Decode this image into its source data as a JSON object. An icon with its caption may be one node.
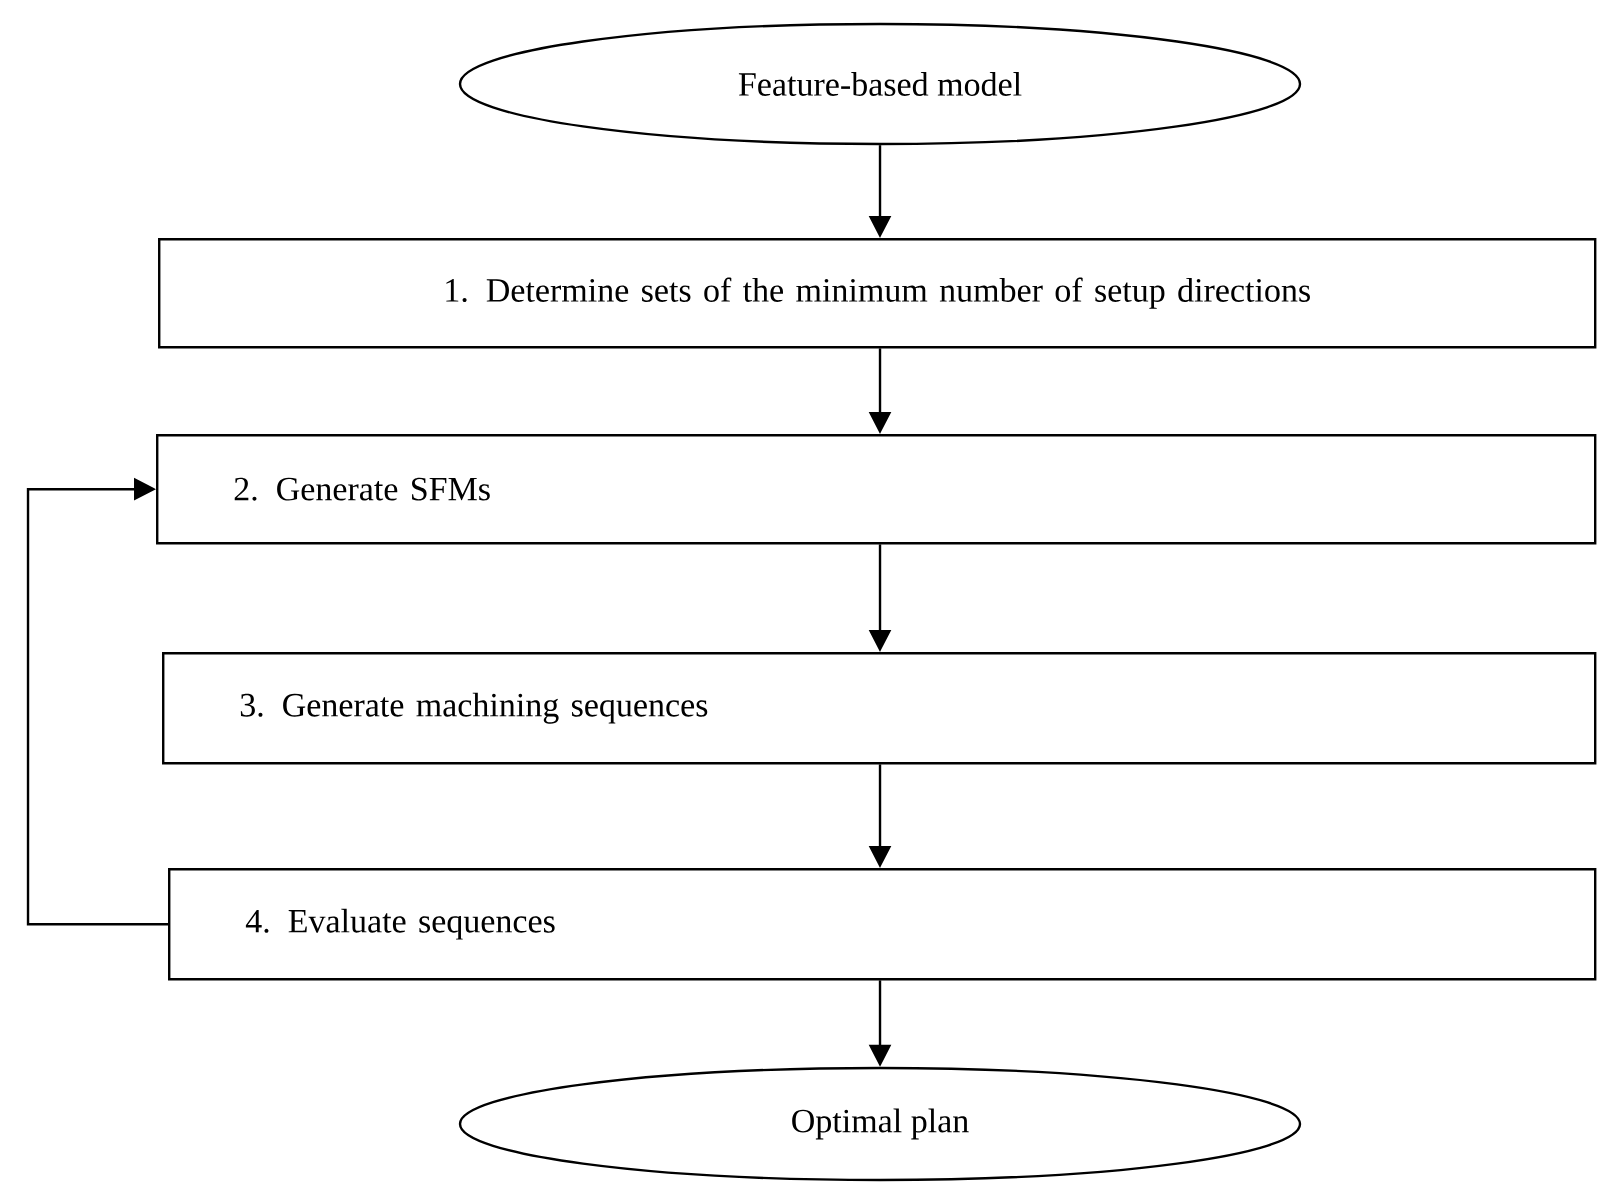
{
  "diagram": {
    "nodes": [
      {
        "text": [
          "Feature-based model"
        ]
      },
      {
        "text": [
          "1. Determine sets of the minimum number of setup directions"
        ]
      },
      {
        "text": [
          "2. Generate SFMs"
        ]
      },
      {
        "text": [
          "3. Generate machining sequences"
        ]
      },
      {
        "text": [
          "4. Evaluate sequences"
        ]
      },
      {
        "text": [
          "Optimal plan"
        ]
      }
    ],
    "edges": [
      {
        "from": 0,
        "to": 1,
        "arrow": "to"
      },
      {
        "from": 1,
        "to": 2,
        "arrow": "to"
      },
      {
        "from": 2,
        "to": 3,
        "arrow": "to"
      },
      {
        "from": 3,
        "to": 4,
        "arrow": "to"
      },
      {
        "from": 4,
        "to": 5,
        "arrow": "to"
      },
      {
        "from": 4,
        "to": 2,
        "arrow": "to"
      }
    ]
  }
}
